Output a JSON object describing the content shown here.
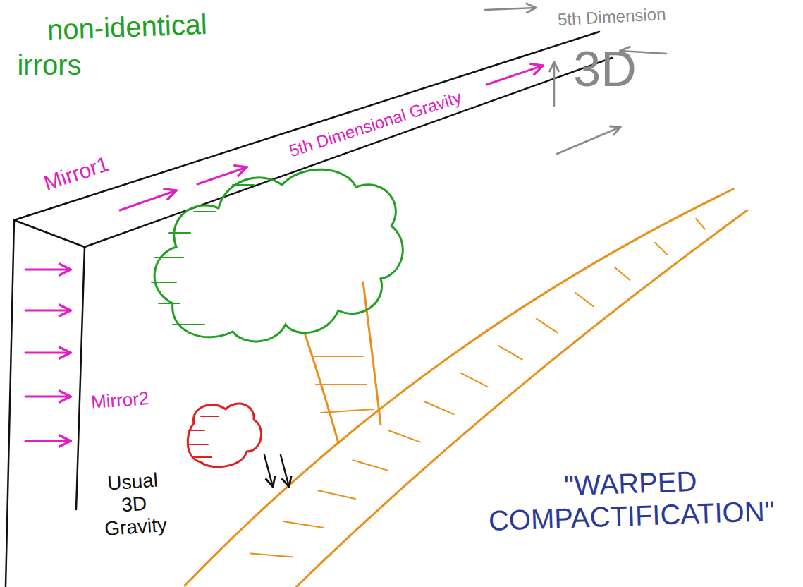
{
  "diagram": {
    "labels": [
      "non-identical",
      "irrors",
      "5th Dimension",
      "5th Dimensional Gravity",
      "3D",
      "Mirror1",
      "Mirror2",
      "Usual 3D Gravity",
      "\"WARPED COMPACTIFICATION\""
    ]
  }
}
